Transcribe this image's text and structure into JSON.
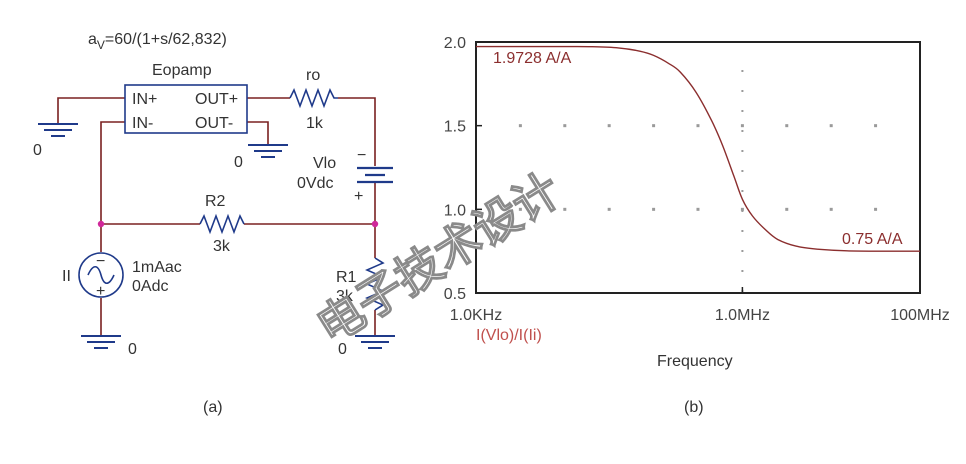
{
  "schematic": {
    "gain_expr_prefix": "a",
    "gain_expr_sub": "V",
    "gain_expr_rest": "=60/(1+s/62,832)",
    "opamp_name": "Eopamp",
    "pin_in_plus": "IN+",
    "pin_out_plus": "OUT+",
    "pin_in_minus": "IN-",
    "pin_out_minus": "OUT-",
    "ro_name": "ro",
    "ro_value": "1k",
    "vlo_name": "Vlo",
    "vlo_value": "0Vdc",
    "vlo_minus": "−",
    "vlo_plus": "+",
    "r2_name": "R2",
    "r2_value": "3k",
    "r1_name": "R1",
    "r1_value": "3k",
    "ii_name": "II",
    "ii_ac": "1mAac",
    "ii_dc": "0Adc",
    "ii_minus": "−",
    "ii_plus": "+",
    "gnd_label": "0",
    "caption": "(a)"
  },
  "chart_data": {
    "type": "line",
    "x_scale": "log",
    "xlim": [
      1000,
      100000000
    ],
    "ylim": [
      0.5,
      2.0
    ],
    "x_ticks": [
      1000,
      1000000,
      100000000
    ],
    "x_tick_labels": [
      "1.0KHz",
      "1.0MHz",
      "100MHz"
    ],
    "y_ticks": [
      2.0,
      1.5,
      1.0,
      0.5
    ],
    "y_tick_labels": [
      "2.0",
      "1.5",
      "1.0",
      "0.5"
    ],
    "xlabel": "Frequency",
    "trace_label": "I(Vlo)/I(Ii)",
    "series": [
      {
        "name": "I(Vlo)/I(Ii)",
        "color": "#8b2e2e",
        "x": [
          1000,
          3000,
          10000,
          20000,
          40000,
          70000,
          100000,
          150000,
          200000,
          300000,
          450000,
          600000,
          800000,
          1000000,
          1300000,
          1800000,
          2500000,
          4000000,
          7000000,
          15000000,
          40000000,
          100000000
        ],
        "y": [
          1.9728,
          1.9728,
          1.9726,
          1.972,
          1.965,
          1.945,
          1.92,
          1.87,
          1.82,
          1.7,
          1.53,
          1.38,
          1.2,
          1.06,
          0.96,
          0.88,
          0.82,
          0.78,
          0.762,
          0.752,
          0.75,
          0.75
        ]
      }
    ],
    "annotations": [
      "1.9728 A/A",
      "0.75 A/A"
    ],
    "caption": "(b)",
    "watermark": "电子技术设计"
  }
}
